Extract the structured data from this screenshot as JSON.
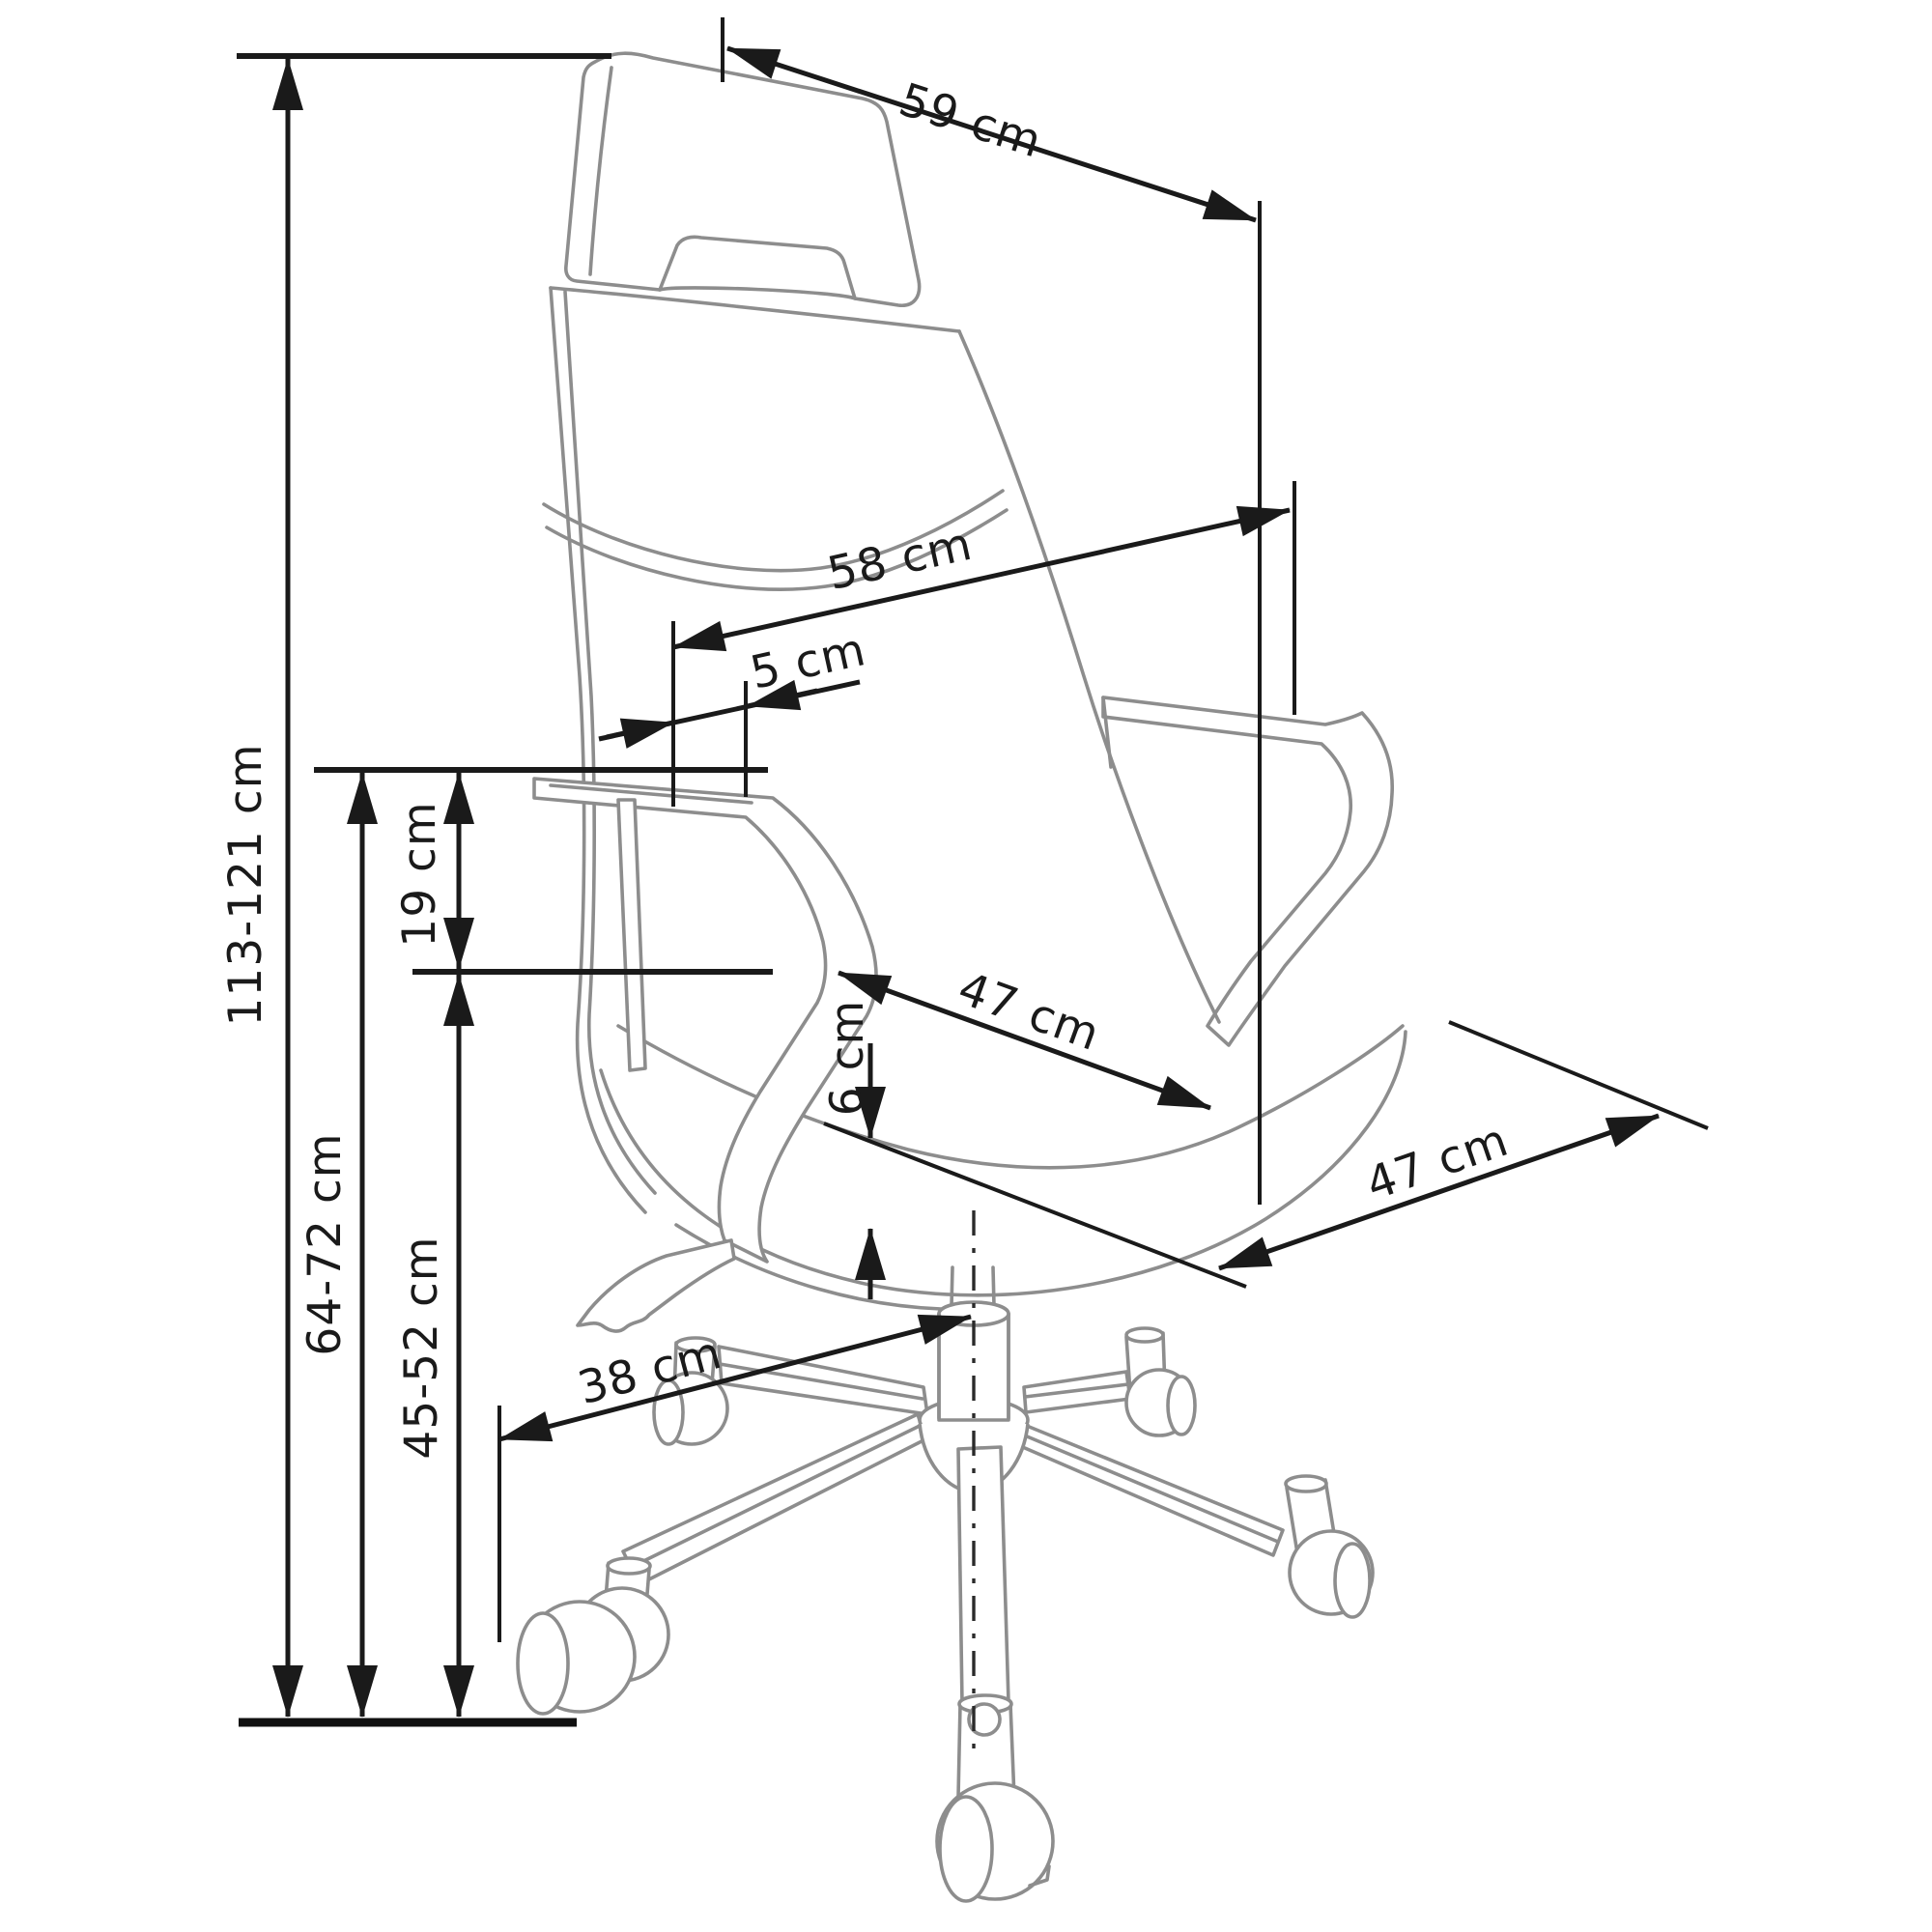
{
  "diagram": {
    "subject": "Office chair technical line drawing, side view with dimension annotations",
    "unit": "cm",
    "colors": {
      "dimension_lines": "#1a1a1a",
      "chair_outline": "#8d8d8d",
      "background": "#ffffff"
    },
    "dims": {
      "top_depth": {
        "label": "59 cm",
        "value": 59,
        "orientation": "diagonal"
      },
      "backrest_width": {
        "label": "58 cm",
        "value": 58,
        "orientation": "diagonal"
      },
      "headrest_depth": {
        "label": "5 cm",
        "value": 5,
        "orientation": "diagonal"
      },
      "total_height": {
        "label": "113-121 cm",
        "min": 113,
        "max": 121,
        "orientation": "vertical"
      },
      "armrest_over_seat": {
        "label": "19 cm",
        "value": 19,
        "orientation": "vertical"
      },
      "armrest_height": {
        "label": "64-72 cm",
        "min": 64,
        "max": 72,
        "orientation": "vertical"
      },
      "seat_height": {
        "label": "45-52 cm",
        "min": 45,
        "max": 52,
        "orientation": "vertical"
      },
      "seat_depth": {
        "label": "47 cm",
        "value": 47,
        "orientation": "diagonal"
      },
      "seat_thickness": {
        "label": "6 cm",
        "value": 6,
        "orientation": "vertical"
      },
      "seat_width": {
        "label": "47 cm",
        "value": 47,
        "orientation": "diagonal"
      },
      "base_leg_reach": {
        "label": "38 cm",
        "value": 38,
        "orientation": "diagonal"
      }
    }
  }
}
